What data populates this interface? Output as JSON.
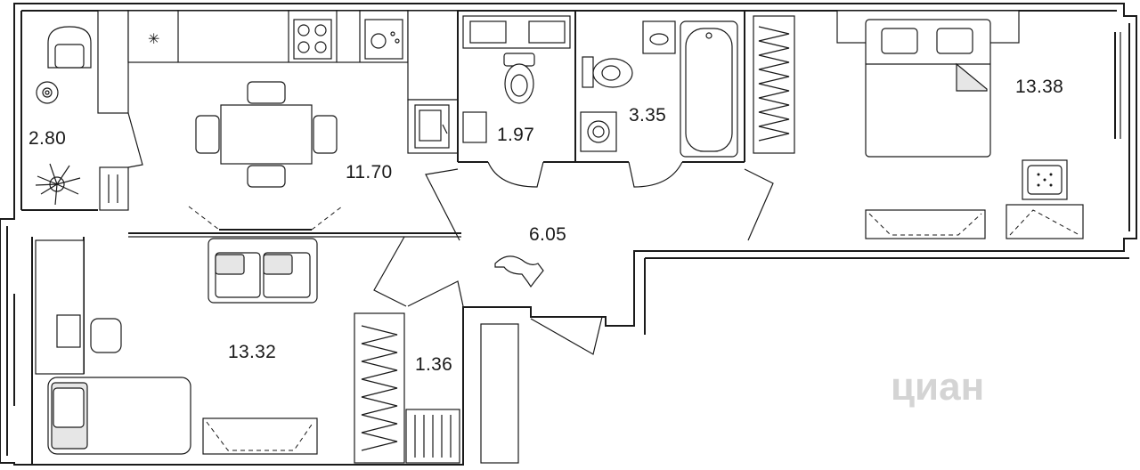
{
  "rooms": [
    {
      "id": "balcony",
      "area": "2.80"
    },
    {
      "id": "kitchen",
      "area": "11.70"
    },
    {
      "id": "wc",
      "area": "1.97"
    },
    {
      "id": "bathroom",
      "area": "3.35"
    },
    {
      "id": "bedroom",
      "area": "13.38"
    },
    {
      "id": "hall",
      "area": "6.05"
    },
    {
      "id": "living-room",
      "area": "13.32"
    },
    {
      "id": "wardrobe",
      "area": "1.36"
    }
  ],
  "watermark": {
    "text": "циан",
    "color": "#d4d4d4"
  },
  "colors": {
    "line": "#1a1a1a",
    "furniture_fill": "#e6e6e6",
    "background": "#ffffff"
  }
}
